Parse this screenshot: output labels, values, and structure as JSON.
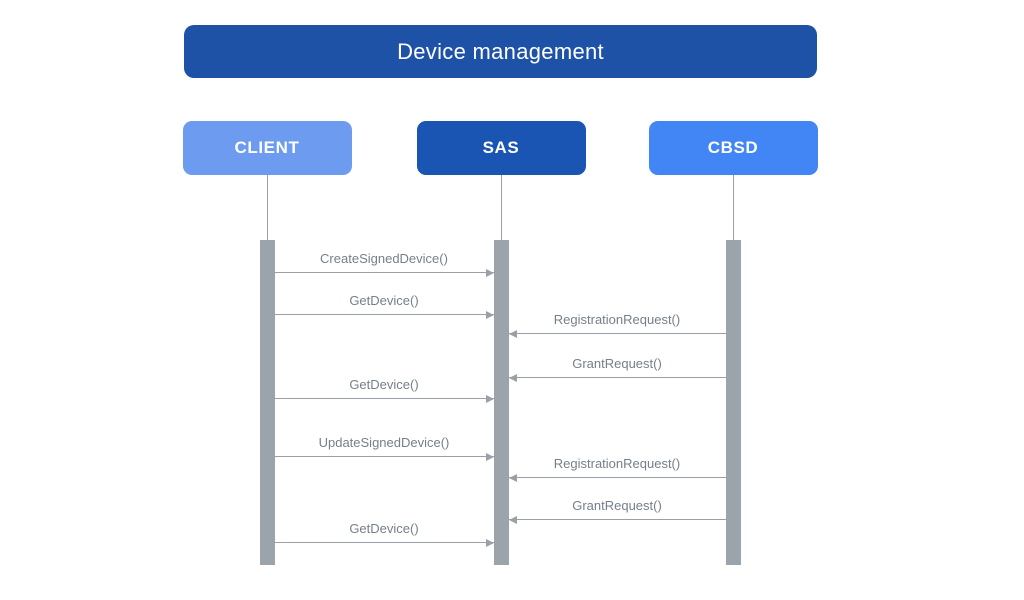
{
  "title": "Device management",
  "colors": {
    "background": "#FFFFFF",
    "title_bg": "#1E52A7",
    "title_text": "#FFFFFF",
    "actor_text": "#FFFFFF",
    "lifeline": "#9AA0A6",
    "activation_bar": "#9BA3AB",
    "arrow": "#9AA0A6",
    "message_text": "#75808A"
  },
  "actors": [
    {
      "id": "CLIENT",
      "label": "CLIENT",
      "color": "#6C9BEF"
    },
    {
      "id": "SAS",
      "label": "SAS",
      "color": "#1A55B3"
    },
    {
      "id": "CBSD",
      "label": "CBSD",
      "color": "#4285F4"
    }
  ],
  "messages": [
    {
      "label": "CreateSignedDevice()",
      "from": "CLIENT",
      "to": "SAS"
    },
    {
      "label": "GetDevice()",
      "from": "CLIENT",
      "to": "SAS"
    },
    {
      "label": "RegistrationRequest()",
      "from": "CBSD",
      "to": "SAS"
    },
    {
      "label": "GrantRequest()",
      "from": "CBSD",
      "to": "SAS"
    },
    {
      "label": "GetDevice()",
      "from": "CLIENT",
      "to": "SAS"
    },
    {
      "label": "UpdateSignedDevice()",
      "from": "CLIENT",
      "to": "SAS"
    },
    {
      "label": "RegistrationRequest()",
      "from": "CBSD",
      "to": "SAS"
    },
    {
      "label": "GrantRequest()",
      "from": "CBSD",
      "to": "SAS"
    },
    {
      "label": "GetDevice()",
      "from": "CLIENT",
      "to": "SAS"
    }
  ]
}
